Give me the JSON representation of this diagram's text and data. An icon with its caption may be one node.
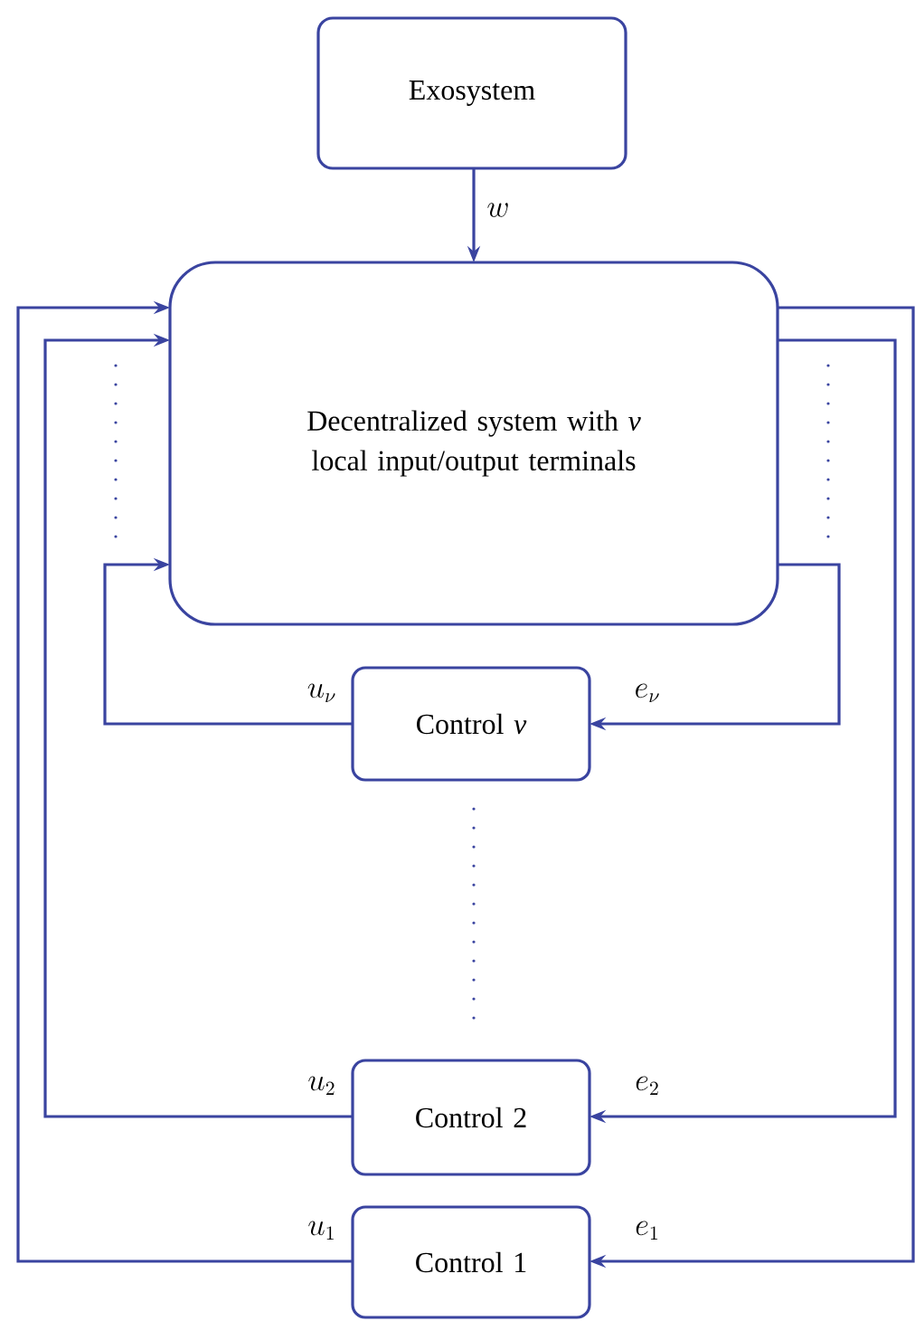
{
  "diagram": {
    "nodes": [
      {
        "text": [
          "Exosystem"
        ]
      },
      {
        "text": [
          "Decentralized system with *ν* local input/output terminals"
        ]
      },
      {
        "text": [
          "Control *ν*"
        ]
      },
      {
        "text": [
          "Control 2"
        ]
      },
      {
        "text": [
          "Control 1"
        ]
      }
    ],
    "edges": [
      {
        "from": 0,
        "to": 1,
        "arrow": "to",
        "label": "w"
      },
      {
        "from": 2,
        "to": 1,
        "arrow": "to",
        "label": "u_{\\nu}"
      },
      {
        "from": 1,
        "to": 2,
        "arrow": "to",
        "label": "e_{\\nu}"
      },
      {
        "from": 3,
        "to": 1,
        "arrow": "to",
        "label": "u_{2}"
      },
      {
        "from": 1,
        "to": 3,
        "arrow": "to",
        "label": "e_{2}"
      },
      {
        "from": 4,
        "to": 1,
        "arrow": "to",
        "label": "u_{1}"
      },
      {
        "from": 1,
        "to": 4,
        "arrow": "to",
        "label": "e_{1}"
      }
    ]
  }
}
